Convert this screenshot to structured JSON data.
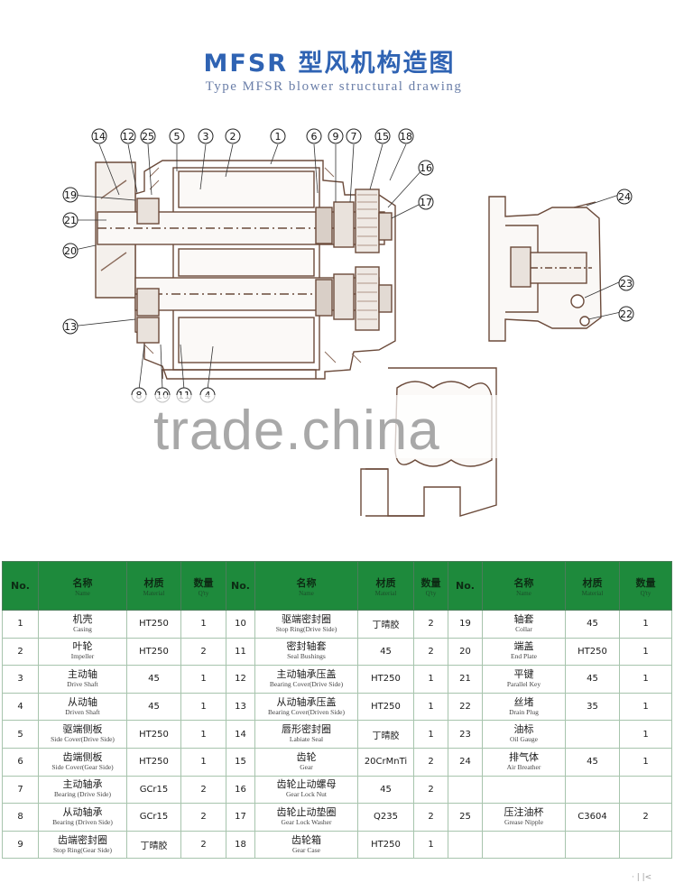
{
  "title": {
    "cn": "MFSR 型风机构造图",
    "en": "Type MFSR blower structural drawing"
  },
  "callouts": {
    "top": [
      "14",
      "12",
      "25",
      "5",
      "3",
      "2",
      "1",
      "6",
      "9",
      "7",
      "15",
      "18"
    ],
    "right": [
      "16",
      "17"
    ],
    "left": [
      "19",
      "21",
      "20",
      "13"
    ],
    "bottom": [
      "8",
      "10",
      "11",
      "4"
    ],
    "side_view": [
      "24",
      "23",
      "22"
    ]
  },
  "watermark": "trade.china",
  "table": {
    "headers": {
      "no": "No.",
      "name_cn": "名称",
      "name_en": "Name",
      "material_cn": "材质",
      "material_en": "Material",
      "qty_cn": "数量",
      "qty_en": "Q'ty"
    },
    "rows": [
      [
        {
          "no": "1",
          "cn": "机壳",
          "en": "Casing",
          "mat": "HT250",
          "qty": "1"
        },
        {
          "no": "10",
          "cn": "驱端密封圈",
          "en": "Stop Ring(Drive Side)",
          "mat": "丁晴胶",
          "qty": "2"
        },
        {
          "no": "19",
          "cn": "轴套",
          "en": "Collar",
          "mat": "45",
          "qty": "1"
        }
      ],
      [
        {
          "no": "2",
          "cn": "叶轮",
          "en": "Impeller",
          "mat": "HT250",
          "qty": "2"
        },
        {
          "no": "11",
          "cn": "密封轴套",
          "en": "Seal Bushings",
          "mat": "45",
          "qty": "2"
        },
        {
          "no": "20",
          "cn": "端盖",
          "en": "End Plate",
          "mat": "HT250",
          "qty": "1"
        }
      ],
      [
        {
          "no": "3",
          "cn": "主动轴",
          "en": "Drive Shaft",
          "mat": "45",
          "qty": "1"
        },
        {
          "no": "12",
          "cn": "主动轴承压盖",
          "en": "Bearing Cover(Drive Side)",
          "mat": "HT250",
          "qty": "1"
        },
        {
          "no": "21",
          "cn": "平键",
          "en": "Parallel Key",
          "mat": "45",
          "qty": "1"
        }
      ],
      [
        {
          "no": "4",
          "cn": "从动轴",
          "en": "Driven Shaft",
          "mat": "45",
          "qty": "1"
        },
        {
          "no": "13",
          "cn": "从动轴承压盖",
          "en": "Bearing Cover(Driven Side)",
          "mat": "HT250",
          "qty": "1"
        },
        {
          "no": "22",
          "cn": "丝堵",
          "en": "Drain Plug",
          "mat": "35",
          "qty": "1"
        }
      ],
      [
        {
          "no": "5",
          "cn": "驱端侧板",
          "en": "Side Cover(Drive Side)",
          "mat": "HT250",
          "qty": "1"
        },
        {
          "no": "14",
          "cn": "唇形密封圈",
          "en": "Labiate Seal",
          "mat": "丁晴胶",
          "qty": "1"
        },
        {
          "no": "23",
          "cn": "油标",
          "en": "Oil Gauge",
          "mat": "",
          "qty": "1"
        }
      ],
      [
        {
          "no": "6",
          "cn": "齿端侧板",
          "en": "Side Cover(Gear Side)",
          "mat": "HT250",
          "qty": "1"
        },
        {
          "no": "15",
          "cn": "齿轮",
          "en": "Gear",
          "mat": "20CrMnTi",
          "qty": "2"
        },
        {
          "no": "24",
          "cn": "排气体",
          "en": "Air Breather",
          "mat": "45",
          "qty": "1"
        }
      ],
      [
        {
          "no": "7",
          "cn": "主动轴承",
          "en": "Bearing (Drive Side)",
          "mat": "GCr15",
          "qty": "2"
        },
        {
          "no": "16",
          "cn": "齿轮止动螺母",
          "en": "Gear Lock Nut",
          "mat": "45",
          "qty": "2"
        },
        {
          "no": "",
          "cn": "",
          "en": "",
          "mat": "",
          "qty": ""
        }
      ],
      [
        {
          "no": "8",
          "cn": "从动轴承",
          "en": "Bearing (Driven Side)",
          "mat": "GCr15",
          "qty": "2"
        },
        {
          "no": "17",
          "cn": "齿轮止动垫圈",
          "en": "Gear Lock Washer",
          "mat": "Q235",
          "qty": "2"
        },
        {
          "no": "25",
          "cn": "压注油杯",
          "en": "Grease Nipple",
          "mat": "C3604",
          "qty": "2"
        }
      ],
      [
        {
          "no": "9",
          "cn": "齿端密封圈",
          "en": "Stop Ring(Gear Side)",
          "mat": "丁晴胶",
          "qty": "2"
        },
        {
          "no": "18",
          "cn": "齿轮箱",
          "en": "Gear Case",
          "mat": "HT250",
          "qty": "1"
        },
        {
          "no": "",
          "cn": "",
          "en": "",
          "mat": "",
          "qty": ""
        }
      ]
    ]
  }
}
